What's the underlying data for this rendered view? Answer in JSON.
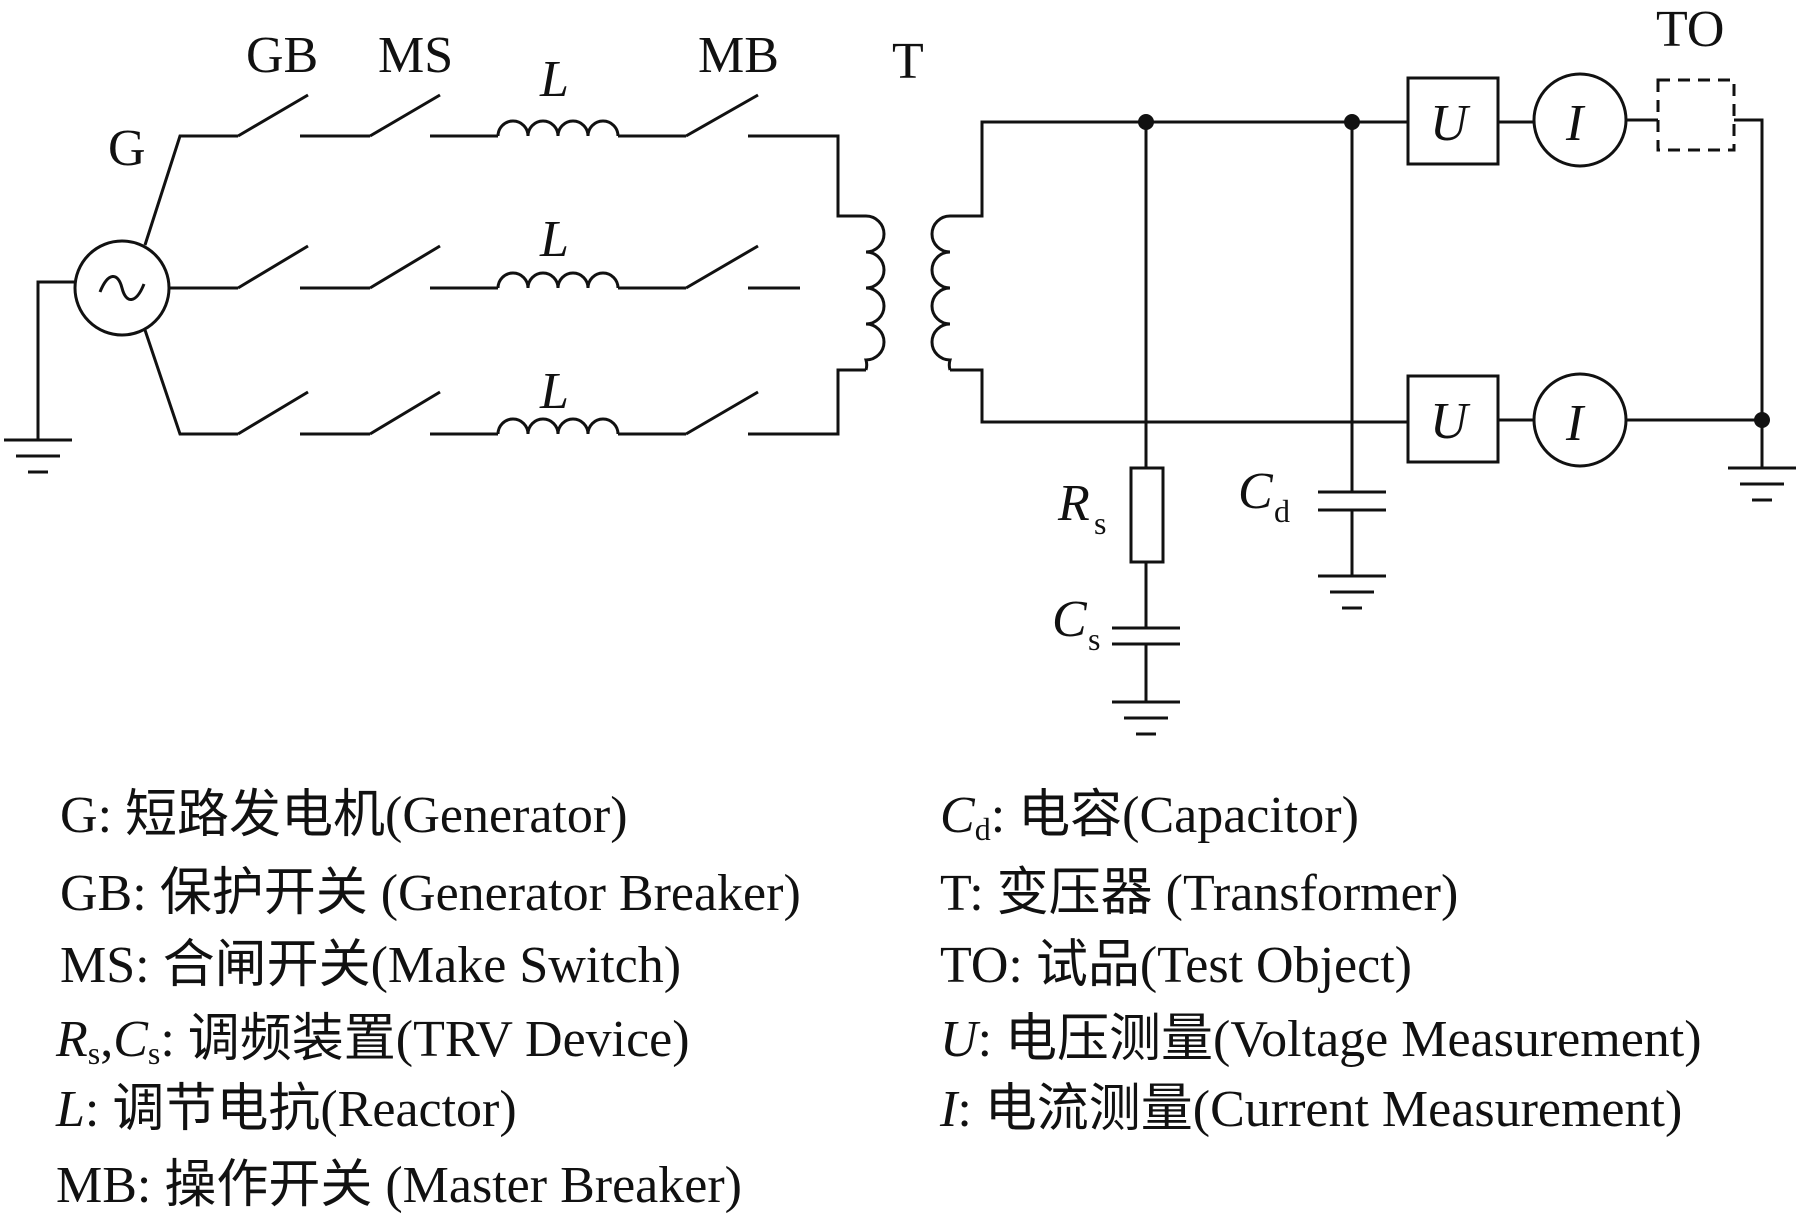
{
  "components": {
    "generator": {
      "label": "G"
    },
    "generator_breaker": {
      "label": "GB"
    },
    "make_switch": {
      "label": "MS"
    },
    "reactor": {
      "label": "L"
    },
    "master_breaker": {
      "label": "MB"
    },
    "transformer": {
      "label": "T"
    },
    "test_object": {
      "label": "TO"
    },
    "resistor_s": {
      "label": "R",
      "sub": "s"
    },
    "capacitor_s": {
      "label": "C",
      "sub": "s"
    },
    "capacitor_d": {
      "label": "C",
      "sub": "d"
    },
    "voltage_meter": {
      "label": "U"
    },
    "current_meter": {
      "label": "I"
    }
  },
  "legend": {
    "left": [
      {
        "key": "G",
        "text": ": 短路发电机(Generator)"
      },
      {
        "key": "GB",
        "text": ": 保护开关 (Generator Breaker)"
      },
      {
        "key": "MS",
        "text": ": 合闸开关(Make Switch)"
      },
      {
        "key_r": "R",
        "key_r_sub": "s",
        "key_c": "C",
        "key_c_sub": "s",
        "text": ": 调频装置(TRV Device)"
      },
      {
        "key": "L",
        "text": ": 调节电抗(Reactor)"
      },
      {
        "key": "MB",
        "text": ": 操作开关   (Master Breaker)"
      }
    ],
    "right": [
      {
        "key": "C",
        "key_sub": "d",
        "text": ": 电容(Capacitor)"
      },
      {
        "key": "T",
        "text": ": 变压器 (Transformer)"
      },
      {
        "key": "TO",
        "text": ": 试品(Test Object)"
      },
      {
        "key": "U",
        "text": ": 电压测量(Voltage Measurement)"
      },
      {
        "key": "I",
        "text": ": 电流测量(Current Measurement)"
      }
    ]
  }
}
